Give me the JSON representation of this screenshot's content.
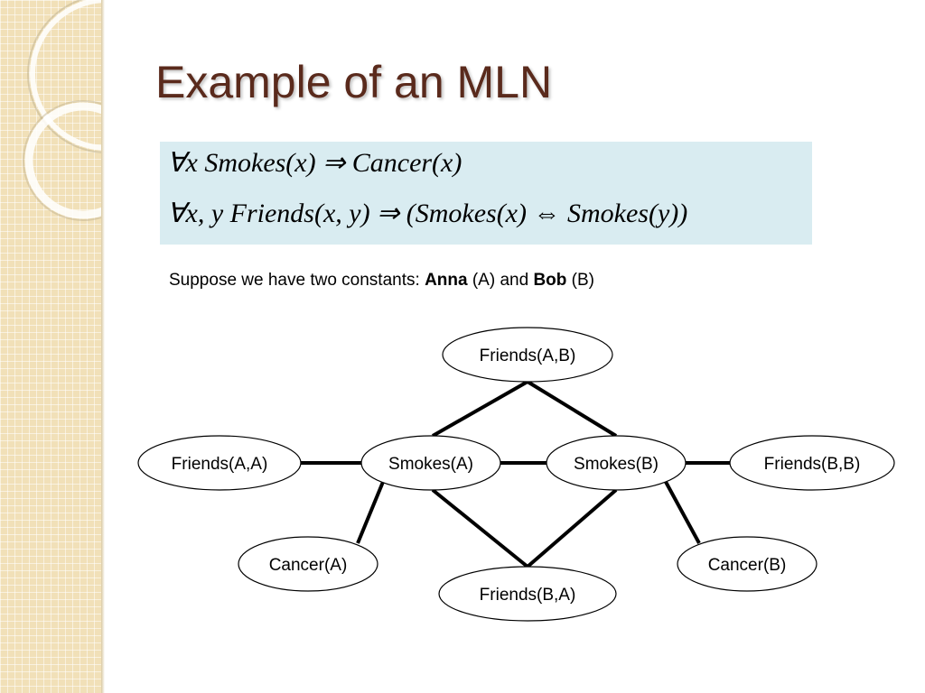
{
  "slide": {
    "title": "Example of an MLN"
  },
  "formulas": {
    "line1": "∀x Smokes(x) ⇒ Cancer(x)",
    "line2": "∀x, y Friends(x, y) ⇒ (Smokes(x) ⇔ Smokes(y))"
  },
  "constants": {
    "prefix": "Suppose we have two constants: ",
    "name_a": "Anna",
    "abbr_a": " (A) and ",
    "name_b": "Bob",
    "abbr_b": " (B)"
  },
  "network": {
    "nodes": [
      {
        "id": "friends-ab",
        "label": "Friends(A,B)"
      },
      {
        "id": "friends-aa",
        "label": "Friends(A,A)"
      },
      {
        "id": "smokes-a",
        "label": "Smokes(A)"
      },
      {
        "id": "smokes-b",
        "label": "Smokes(B)"
      },
      {
        "id": "friends-bb",
        "label": "Friends(B,B)"
      },
      {
        "id": "cancer-a",
        "label": "Cancer(A)"
      },
      {
        "id": "cancer-b",
        "label": "Cancer(B)"
      },
      {
        "id": "friends-ba",
        "label": "Friends(B,A)"
      }
    ],
    "edges": [
      [
        "friends-aa",
        "smokes-a"
      ],
      [
        "smokes-a",
        "smokes-b"
      ],
      [
        "smokes-b",
        "friends-bb"
      ],
      [
        "smokes-a",
        "cancer-a"
      ],
      [
        "smokes-b",
        "cancer-b"
      ],
      [
        "smokes-a",
        "friends-ab"
      ],
      [
        "smokes-b",
        "friends-ab"
      ],
      [
        "smokes-a",
        "friends-ba"
      ],
      [
        "smokes-b",
        "friends-ba"
      ]
    ]
  }
}
